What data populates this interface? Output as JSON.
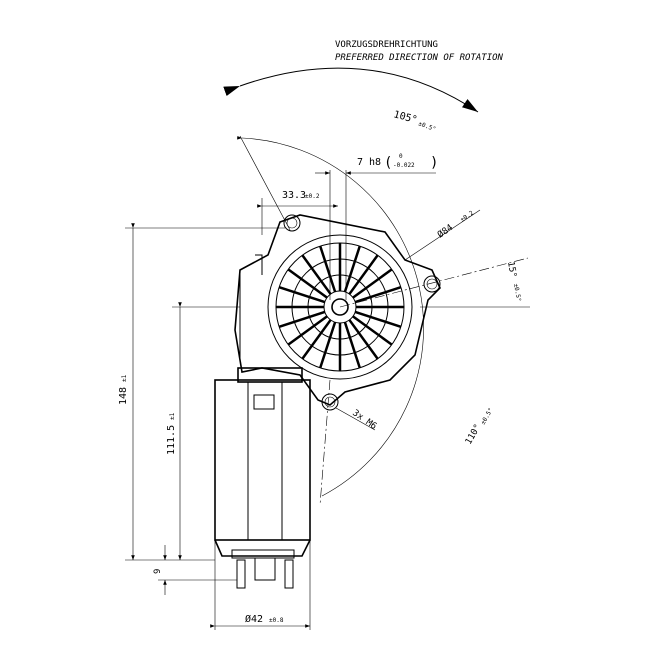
{
  "title": {
    "line1": "VORZUGSDREHRICHTUNG",
    "line2": "PREFERRED DIRECTION OF ROTATION"
  },
  "dimensions": {
    "angle_top": {
      "value": "105°",
      "tol": "±0.5°"
    },
    "shaft": {
      "value": "7 h8",
      "upper": "0",
      "lower": "-0.022"
    },
    "offset": {
      "value": "33.3",
      "tol": "±0.2"
    },
    "flange_dia": {
      "value": "Ø84",
      "tol": "±0.2"
    },
    "angle_right": {
      "value": "15°",
      "tol": "±0.5°"
    },
    "angle_bottom": {
      "value": "110°",
      "tol": "±0.5°"
    },
    "thread": {
      "value": "3x M6"
    },
    "height_total": {
      "value": "148",
      "tol": "±1"
    },
    "height_axis": {
      "value": "111.5",
      "tol": "±1"
    },
    "connector": {
      "value": "9"
    },
    "motor_dia": {
      "value": "Ø42",
      "tol": "±0.8"
    }
  }
}
